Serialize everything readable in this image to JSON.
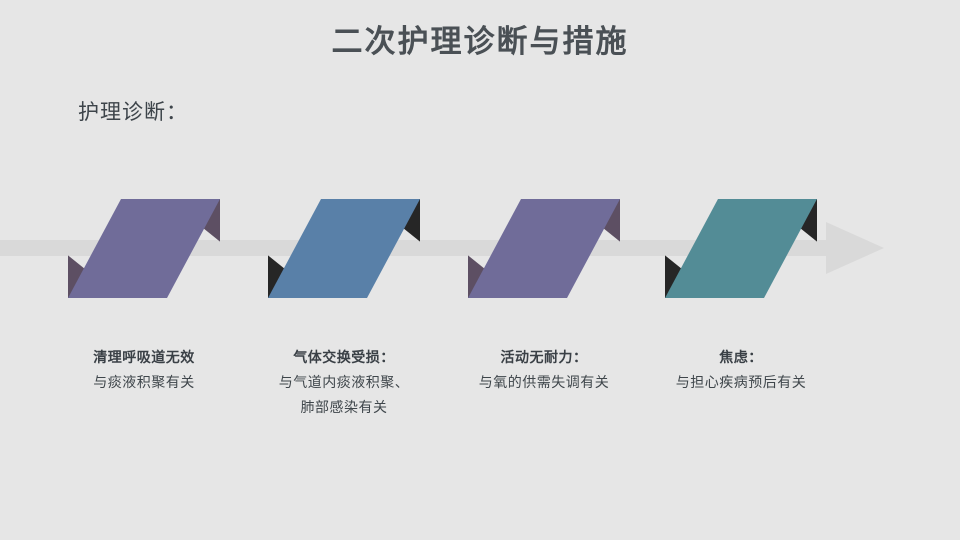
{
  "slide": {
    "title": "二次护理诊断与措施",
    "section_label": "护理诊断：",
    "background_color": "#e6e6e6",
    "title_color": "#4a5055",
    "arrow_color": "#d9d9d9"
  },
  "steps": [
    {
      "heading": "清理呼吸道无效",
      "description_lines": [
        "与痰液积聚有关"
      ],
      "fill_color": "#706c99",
      "corner_color": "#5d4f63"
    },
    {
      "heading": "气体交换受损：",
      "description_lines": [
        "与气道内痰液积聚、",
        "肺部感染有关"
      ],
      "fill_color": "#5980a8",
      "corner_color": "#262626"
    },
    {
      "heading": "活动无耐力：",
      "description_lines": [
        "与氧的供需失调有关"
      ],
      "fill_color": "#706c99",
      "corner_color": "#5d4f63"
    },
    {
      "heading": "焦虑：",
      "description_lines": [
        "与担心疾病预后有关"
      ],
      "fill_color": "#538c96",
      "corner_color": "#262626"
    }
  ]
}
